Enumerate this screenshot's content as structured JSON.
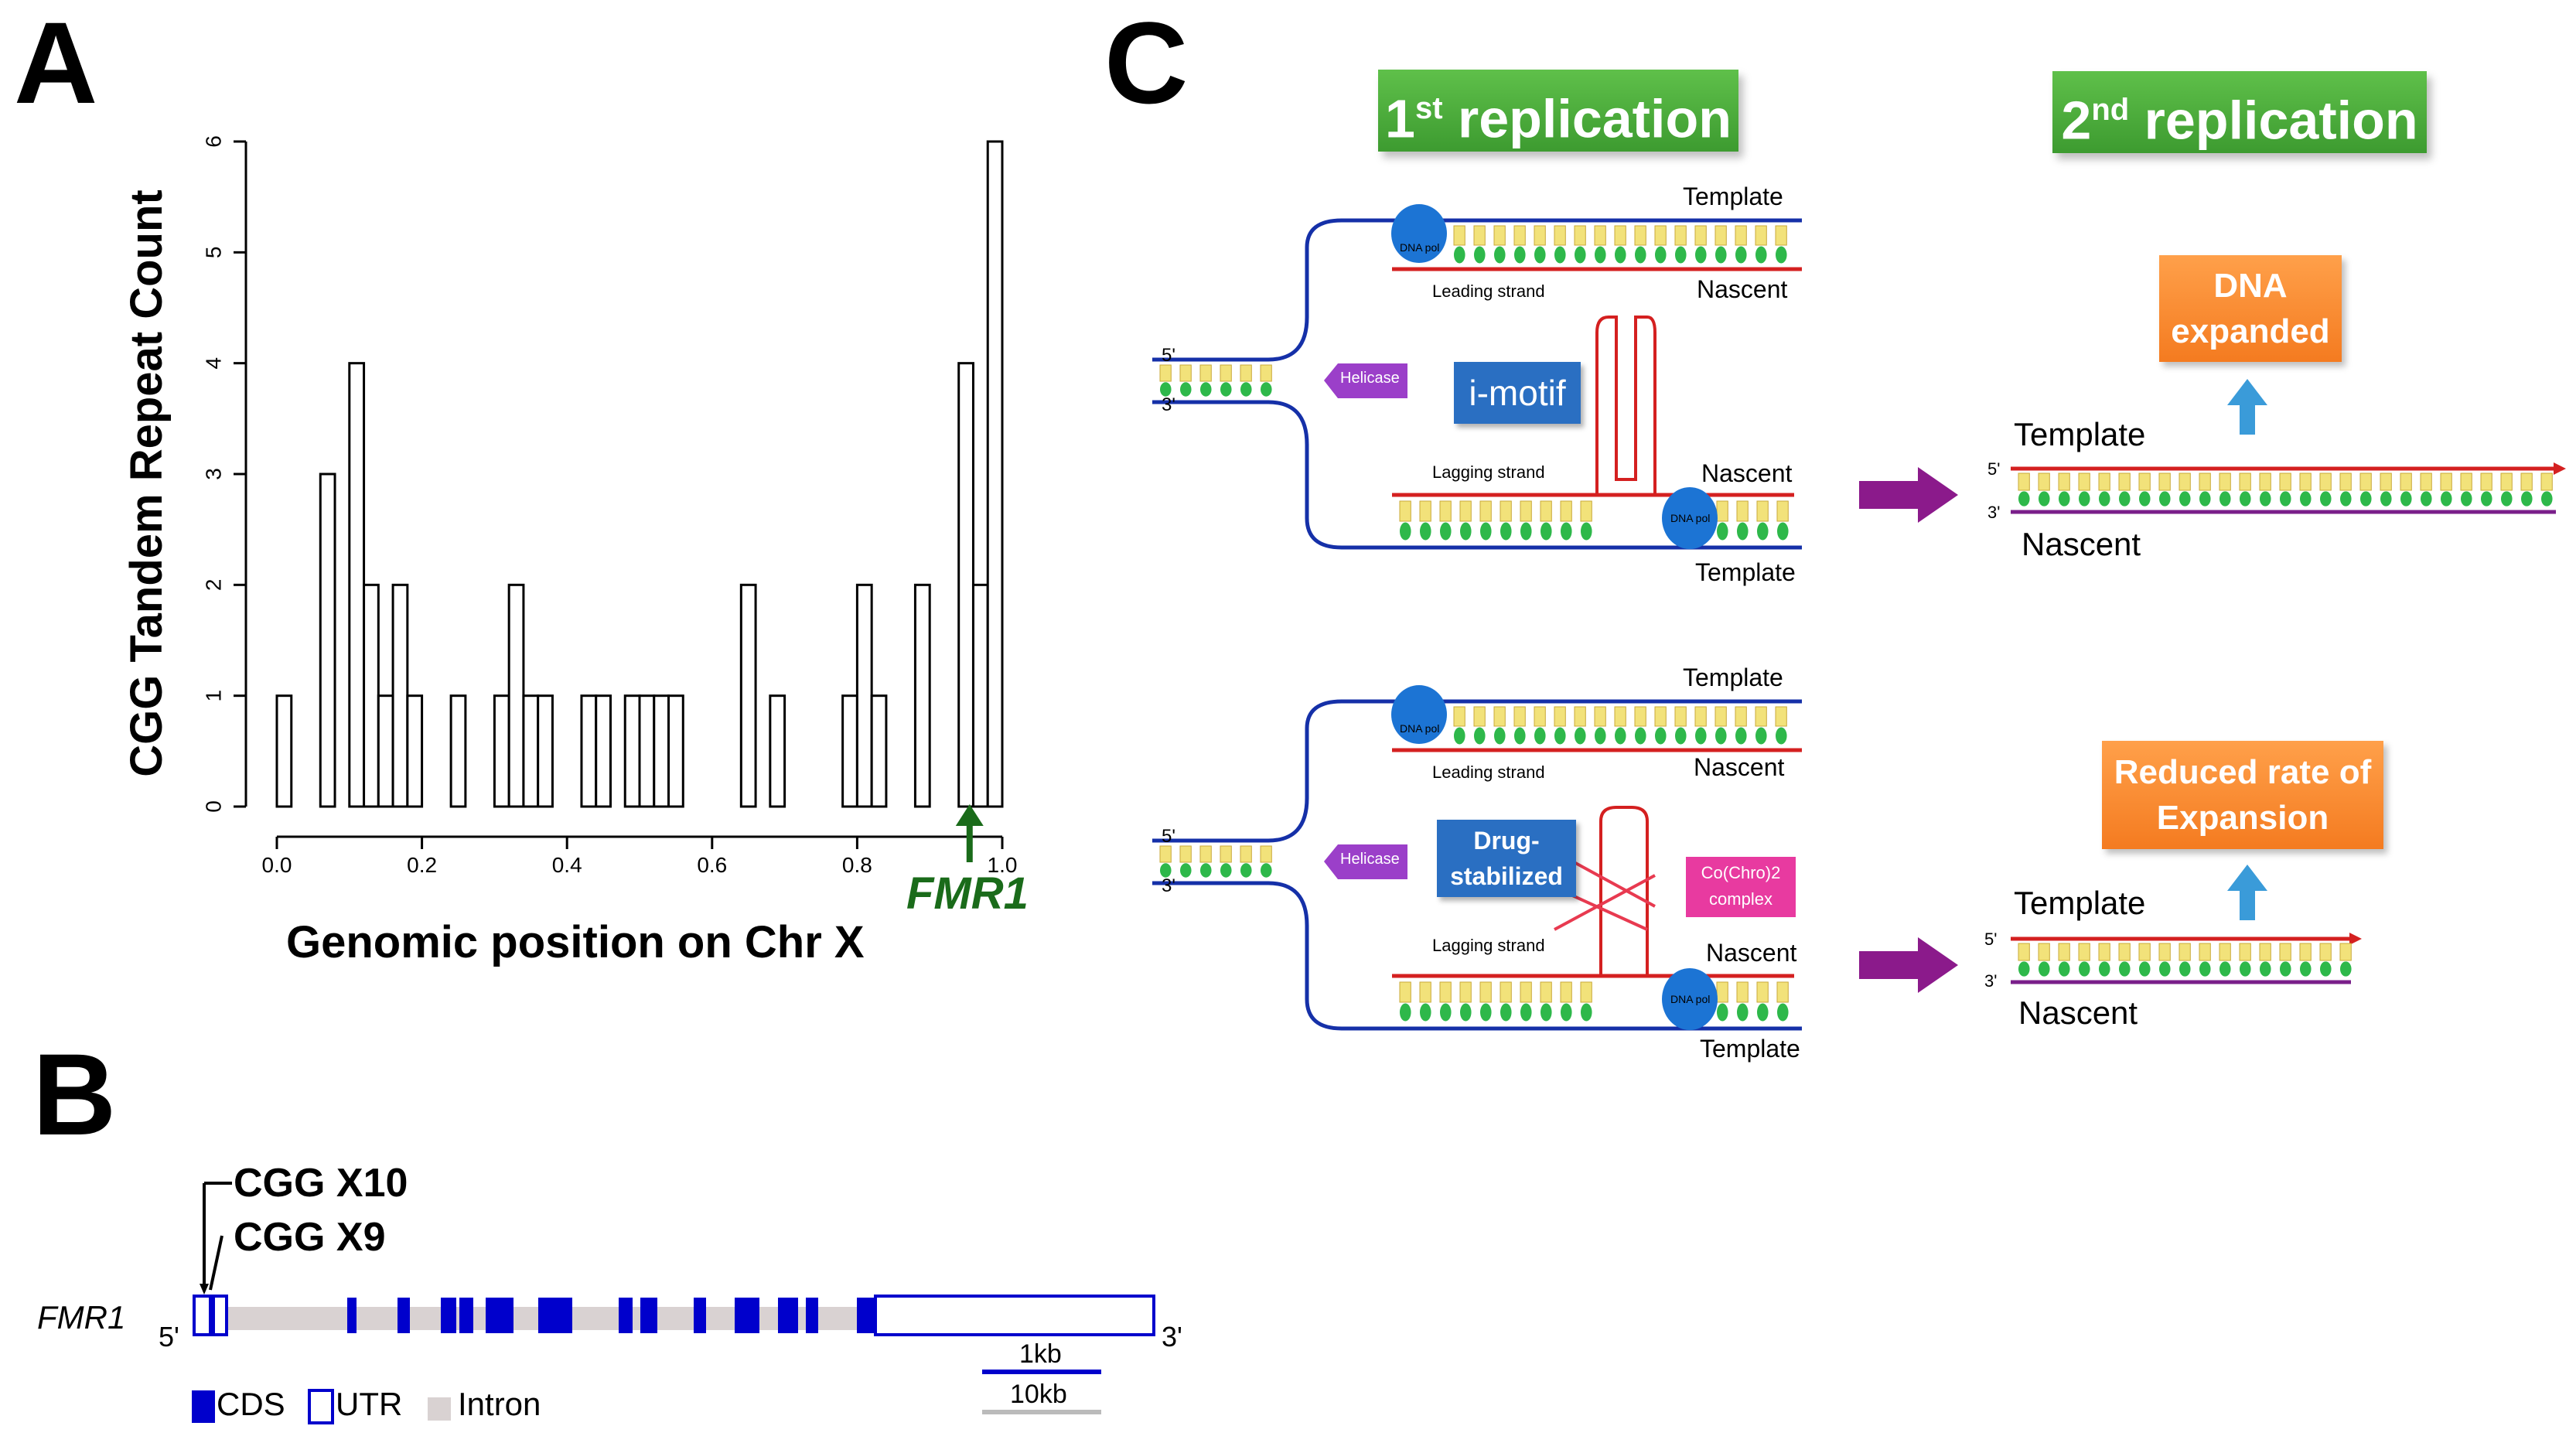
{
  "panels": {
    "a": "A",
    "b": "B",
    "c": "C"
  },
  "panel_a": {
    "ylabel": "CGG Tandem Repeat Count",
    "xlabel": "Genomic position on Chr X",
    "marker_label": "FMR1",
    "marker_color": "#1a6b1a"
  },
  "chart_data": {
    "type": "bar",
    "title": "",
    "xlabel": "Genomic position on Chr X",
    "ylabel": "CGG Tandem Repeat Count",
    "xlim": [
      0.0,
      1.0
    ],
    "ylim": [
      0,
      6
    ],
    "x_ticks": [
      "0.0",
      "0.2",
      "0.4",
      "0.6",
      "0.8",
      "1.0"
    ],
    "y_ticks": [
      "0",
      "1",
      "2",
      "3",
      "4",
      "5",
      "6"
    ],
    "bin_width": 0.02,
    "bins": [
      {
        "x": 0.0,
        "count": 1
      },
      {
        "x": 0.06,
        "count": 3
      },
      {
        "x": 0.1,
        "count": 4
      },
      {
        "x": 0.12,
        "count": 2
      },
      {
        "x": 0.14,
        "count": 1
      },
      {
        "x": 0.16,
        "count": 2
      },
      {
        "x": 0.18,
        "count": 1
      },
      {
        "x": 0.24,
        "count": 1
      },
      {
        "x": 0.3,
        "count": 1
      },
      {
        "x": 0.32,
        "count": 2
      },
      {
        "x": 0.34,
        "count": 1
      },
      {
        "x": 0.36,
        "count": 1
      },
      {
        "x": 0.42,
        "count": 1
      },
      {
        "x": 0.44,
        "count": 1
      },
      {
        "x": 0.48,
        "count": 1
      },
      {
        "x": 0.5,
        "count": 1
      },
      {
        "x": 0.52,
        "count": 1
      },
      {
        "x": 0.54,
        "count": 1
      },
      {
        "x": 0.64,
        "count": 2
      },
      {
        "x": 0.68,
        "count": 1
      },
      {
        "x": 0.78,
        "count": 1
      },
      {
        "x": 0.8,
        "count": 2
      },
      {
        "x": 0.82,
        "count": 1
      },
      {
        "x": 0.88,
        "count": 2
      },
      {
        "x": 0.94,
        "count": 4
      },
      {
        "x": 0.96,
        "count": 2
      },
      {
        "x": 0.98,
        "count": 6
      }
    ],
    "marker_x": 0.955,
    "marker_label": "FMR1",
    "grid": false,
    "legend": "none"
  },
  "panel_b": {
    "gene_label": "FMR1",
    "five_prime": "5'",
    "three_prime": "3'",
    "repeat_labels": [
      "CGG X10",
      "CGG X9"
    ],
    "scale_1kb": "1kb",
    "scale_10kb": "10kb",
    "legend": {
      "cds": "CDS",
      "utr": "UTR",
      "intron": "Intron"
    },
    "colors": {
      "cds": "#0000cc",
      "utr": "#0000cc",
      "intron": "#d9d2d2"
    }
  },
  "panel_c": {
    "first_replication": "1st replication",
    "first_sup": "st",
    "first_num": "1",
    "first_rest": " replication",
    "second_num": "2",
    "second_sup": "nd",
    "second_rest": " replication",
    "top": {
      "template_top": "Template",
      "nascent_top": "Nascent",
      "leading": "Leading strand",
      "lagging": "Lagging strand",
      "nascent_mid": "Nascent",
      "template_bottom": "Template",
      "helicase": "Helicase",
      "dna_pol": "DNA pol",
      "motif_label": "i-motif",
      "five": "5'",
      "three": "3'",
      "result_box": [
        "DNA",
        "expanded"
      ],
      "result_template": "Template",
      "result_nascent": "Nascent"
    },
    "bottom": {
      "template_top": "Template",
      "nascent_top": "Nascent",
      "leading": "Leading strand",
      "lagging": "Lagging strand",
      "nascent_mid": "Nascent",
      "template_bottom": "Template",
      "helicase": "Helicase",
      "dna_pol": "DNA pol",
      "drug_label": [
        "Drug-",
        "stabilized"
      ],
      "complex_label": [
        "Co(Chro)2",
        "complex"
      ],
      "five": "5'",
      "three": "3'",
      "result_box": [
        "Reduced rate of",
        "Expansion"
      ],
      "result_template": "Template",
      "result_nascent": "Nascent"
    },
    "colors": {
      "green_label": "#4caf3d",
      "orange": "#f58a2e",
      "blue_label": "#2a6fc2",
      "purple_arrow": "#8b1a8b",
      "template_strand": "#1530a8",
      "nascent_strand": "#d42020",
      "pink": "#e83aa0"
    }
  }
}
